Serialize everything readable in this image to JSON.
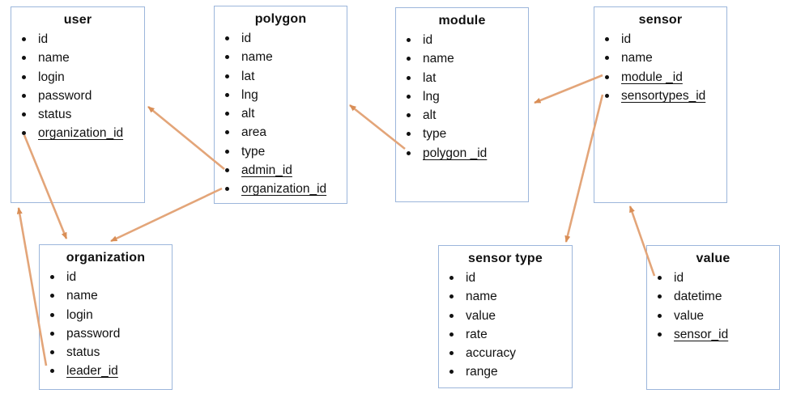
{
  "colors": {
    "box_border": "#9CB6DB",
    "arrow_line": "#E3A579",
    "arrow_head": "#D98E56",
    "text": "#111111",
    "background": "#ffffff"
  },
  "entities": {
    "user": {
      "title": "user",
      "fields": [
        {
          "label": "id",
          "fk": false
        },
        {
          "label": "name",
          "fk": false
        },
        {
          "label": "login",
          "fk": false
        },
        {
          "label": "password",
          "fk": false
        },
        {
          "label": "status",
          "fk": false
        },
        {
          "label": "organization_id",
          "fk": true
        }
      ]
    },
    "polygon": {
      "title": "polygon",
      "fields": [
        {
          "label": "id",
          "fk": false
        },
        {
          "label": "name",
          "fk": false
        },
        {
          "label": "lat",
          "fk": false
        },
        {
          "label": "lng",
          "fk": false
        },
        {
          "label": "alt",
          "fk": false
        },
        {
          "label": "area",
          "fk": false
        },
        {
          "label": "type",
          "fk": false
        },
        {
          "label": "admin_id",
          "fk": true
        },
        {
          "label": "organization_id",
          "fk": true
        }
      ]
    },
    "module": {
      "title": "module",
      "fields": [
        {
          "label": "id",
          "fk": false
        },
        {
          "label": "name",
          "fk": false
        },
        {
          "label": "lat",
          "fk": false
        },
        {
          "label": "lng",
          "fk": false
        },
        {
          "label": "alt",
          "fk": false
        },
        {
          "label": "type",
          "fk": false
        },
        {
          "label": "polygon _id",
          "fk": true
        }
      ]
    },
    "sensor": {
      "title": "sensor",
      "fields": [
        {
          "label": "id",
          "fk": false
        },
        {
          "label": "name",
          "fk": false
        },
        {
          "label": "module _id",
          "fk": true
        },
        {
          "label": "sensortypes_id",
          "fk": true
        }
      ]
    },
    "organization": {
      "title": "organization",
      "fields": [
        {
          "label": "id",
          "fk": false
        },
        {
          "label": "name",
          "fk": false
        },
        {
          "label": "login",
          "fk": false
        },
        {
          "label": "password",
          "fk": false
        },
        {
          "label": "status",
          "fk": false
        },
        {
          "label": "leader_id",
          "fk": true
        }
      ]
    },
    "sensor_type": {
      "title": "sensor type",
      "fields": [
        {
          "label": "id",
          "fk": false
        },
        {
          "label": "name",
          "fk": false
        },
        {
          "label": "value",
          "fk": false
        },
        {
          "label": "rate",
          "fk": false
        },
        {
          "label": "accuracy",
          "fk": false
        },
        {
          "label": "range",
          "fk": false
        }
      ]
    },
    "value": {
      "title": "value",
      "fields": [
        {
          "label": "id",
          "fk": false
        },
        {
          "label": "datetime",
          "fk": false
        },
        {
          "label": "value",
          "fk": false
        },
        {
          "label": "sensor_id",
          "fk": true
        }
      ]
    }
  },
  "relations": [
    {
      "from": "user.organization_id",
      "to": "organization"
    },
    {
      "from": "organization.leader_id",
      "to": "user"
    },
    {
      "from": "polygon.admin_id",
      "to": "user"
    },
    {
      "from": "polygon.organization_id",
      "to": "organization"
    },
    {
      "from": "module.polygon _id",
      "to": "polygon"
    },
    {
      "from": "sensor.module _id",
      "to": "module"
    },
    {
      "from": "sensor.sensortypes_id",
      "to": "sensor type"
    },
    {
      "from": "value.sensor_id",
      "to": "sensor"
    }
  ]
}
